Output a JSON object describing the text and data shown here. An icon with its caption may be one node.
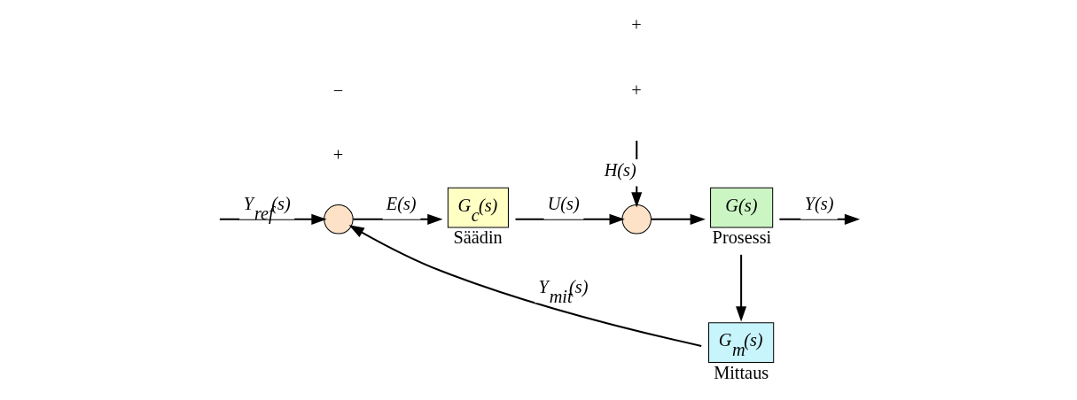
{
  "diagram": {
    "nodes": [
      {
        "text": [],
        "shape": "circle"
      },
      {
        "text": [
          "G$_{c}$(s)"
        ],
        "beside": [
          "Säädin"
        ]
      },
      {
        "text": [],
        "shape": "circle"
      },
      {
        "text": [
          "G(s)"
        ],
        "beside": [
          "Prosessi"
        ]
      },
      {
        "text": [
          "G$_{m}$(s)"
        ],
        "beside": [
          "Mittaus"
        ]
      }
    ],
    "edges": [
      {
        "from": null,
        "to": 0,
        "arrow": "to",
        "label": "Y$_{ref}$(s)"
      },
      {
        "from": 0,
        "to": 1,
        "arrow": "to",
        "label": "E(s)"
      },
      {
        "from": 1,
        "to": 2,
        "arrow": "to",
        "label": "U(s)"
      },
      {
        "from": null,
        "to": 2,
        "arrow": "to",
        "label": "H(s)"
      },
      {
        "from": 2,
        "to": 3,
        "arrow": "to"
      },
      {
        "from": 3,
        "to": null,
        "arrow": "to",
        "label": "Y(s)"
      },
      {
        "from": 3,
        "to": 4,
        "arrow": "to"
      },
      {
        "from": 4,
        "to": 0,
        "arrow": "to",
        "label": "Y$_{mit}$(s)"
      }
    ],
    "labels": [
      "+",
      "−",
      "+",
      "+"
    ]
  }
}
